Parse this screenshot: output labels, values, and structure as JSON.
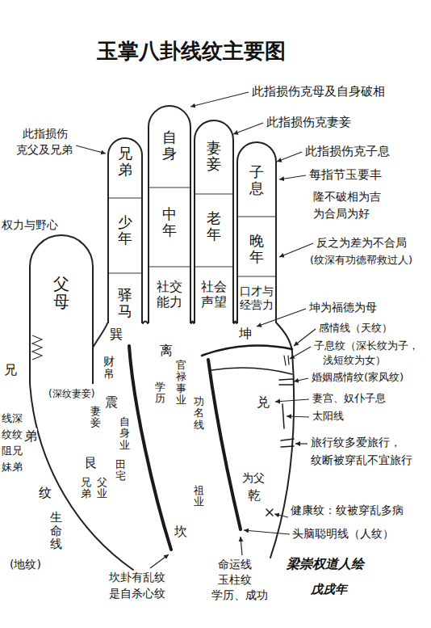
{
  "diagram": {
    "title": "玉掌八卦线纹主要图",
    "nodes": [
      {
        "text": [
          "兄弟",
          "少年",
          "驿马"
        ]
      },
      {
        "text": [
          "自身",
          "中年",
          "社交能力"
        ]
      },
      {
        "text": [
          "妻妾",
          "老年",
          "社会声望"
        ]
      },
      {
        "text": [
          "子息",
          "晚年",
          "口才与经营力"
        ]
      },
      {
        "text": [
          "父母"
        ]
      }
    ],
    "labels": [
      "此指损伤克母及自身破相",
      "此指损伤克妻妾",
      "此指损伤克子息",
      "每指节玉要丰",
      "隆不破相为吉",
      "为合局为好",
      "反之为差为不合局",
      "(纹深有功德帮救过人)",
      "此指损伤",
      "克父及兄弟",
      "权力与野心",
      "坤为福德为母",
      "感情线（天纹）",
      "子息纹（深长纹为子，",
      "浅短纹为女）",
      "婚姻感情纹(家风纹)",
      "妻宫、奴仆子息",
      "太阳线",
      "旅行纹多爱旅行，",
      "纹断被穿乱不宜旅行",
      "健康纹：纹被穿乱多病",
      "头脑聪明线（人纹）",
      "巽",
      "财帛",
      "离",
      "官禄事业",
      "学历",
      "功名线",
      "坤",
      "兑",
      "(深纹妻妾)",
      "震",
      "妻妾",
      "自身业",
      "兄",
      "线深",
      "纹纹",
      "阻兄",
      "妹弟",
      "弟",
      "艮",
      "兄弟",
      "父业",
      "田宅",
      "纹",
      "为父",
      "乾",
      "祖业",
      "坎",
      "生命线",
      "(地纹)",
      "坎卦有乱纹",
      "是自杀心纹",
      "命运线",
      "玉柱纹",
      "学历、成功",
      "梁崇权道人绘",
      "戊戌年"
    ]
  }
}
